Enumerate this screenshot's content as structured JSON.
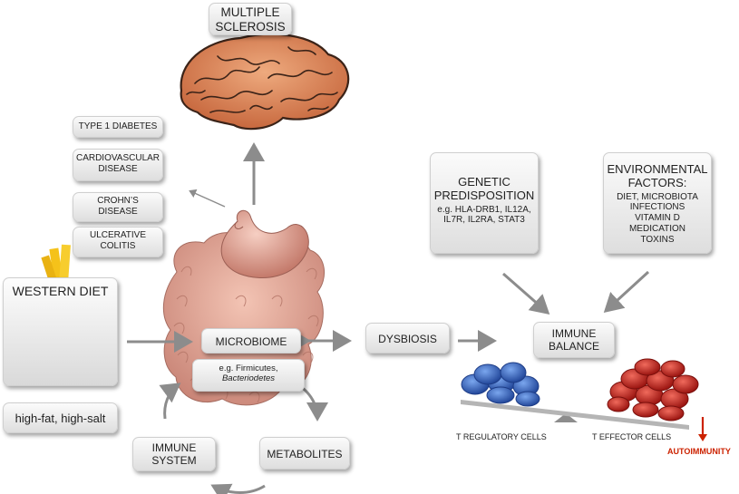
{
  "nodes": {
    "multiple_sclerosis": [
      "MULTIPLE",
      "SCLEROSIS"
    ],
    "type1_diabetes": "TYPE 1 DIABETES",
    "cardiovascular": [
      "CARDIOVASCULAR",
      "DISEASE"
    ],
    "crohns": [
      "CROHN’S",
      "DISEASE"
    ],
    "ulcerative_colitis": [
      "ULCERATIVE",
      "COLITIS"
    ],
    "western_diet": "WESTERN DIET",
    "high_fat": "high-fat, high-salt",
    "microbiome": "MICROBIOME",
    "microbiome_example": [
      "e.g. Firmicutes,",
      "Bacteriodetes"
    ],
    "dysbiosis": "DYSBIOSIS",
    "immune_system": [
      "IMMUNE",
      "SYSTEM"
    ],
    "metabolites": "METABOLITES",
    "genetic": {
      "title": [
        "GENETIC",
        "PREDISPOSITION"
      ],
      "detail": [
        "e.g. HLA-DRB1, IL12A,",
        "IL7R,  IL2RA, STAT3"
      ]
    },
    "environmental": {
      "title": [
        "ENVIRONMENTAL",
        "FACTORS:"
      ],
      "detail": [
        "DIET, MICROBIOTA",
        "INFECTIONS",
        "VITAMIN D",
        "MEDICATION",
        "TOXINS"
      ]
    },
    "immune_balance": [
      "IMMUNE",
      "BALANCE"
    ]
  },
  "balance": {
    "left_label": "T REGULATORY CELLS",
    "right_label": "T EFFECTOR CELLS",
    "outcome": "AUTOIMMUNITY"
  },
  "colors": {
    "arrow": "#8c8c8c",
    "regulatory_cells": "#3a6fc4",
    "effector_cells": "#c8281e",
    "autoimmunity": "#cc2200",
    "brain": "#d9835a"
  }
}
